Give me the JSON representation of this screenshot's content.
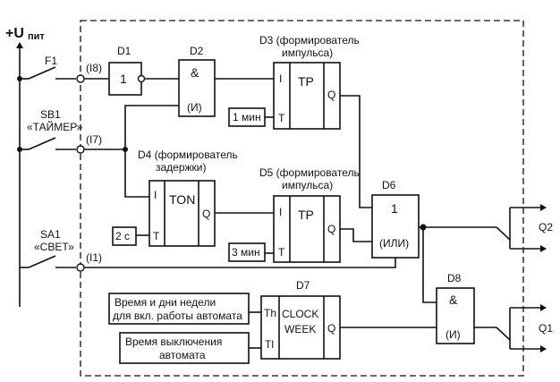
{
  "supply": {
    "label": "+U",
    "sub": "пит"
  },
  "inputs": {
    "f1": {
      "name": "F1",
      "pin": "(I8)"
    },
    "sb1": {
      "name": "SB1",
      "desc": "«ТАЙМЕР»",
      "pin": "(I7)"
    },
    "sa1": {
      "name": "SA1",
      "desc": "«СВЕТ»",
      "pin": "(I1)"
    }
  },
  "blocks": {
    "d1": {
      "name": "D1",
      "symbol": "1"
    },
    "d2": {
      "name": "D2",
      "symbol": "&",
      "function": "(И)"
    },
    "d3": {
      "name_line1": "D3 (формирователь",
      "name_line2": "импульса)",
      "type": "TP",
      "in": "I",
      "t": "T",
      "out": "Q",
      "time": "1 мин"
    },
    "d4": {
      "name_line1": "D4 (формирователь",
      "name_line2": "задержки)",
      "type": "TON",
      "in": "I",
      "t": "T",
      "out": "Q",
      "time": "2 с"
    },
    "d5": {
      "name_line1": "D5 (формирователь",
      "name_line2": "импульса)",
      "type": "TP",
      "in": "I",
      "t": "T",
      "out": "Q",
      "time": "3 мин"
    },
    "d6": {
      "name": "D6",
      "symbol": "1",
      "function": "(ИЛИ)"
    },
    "d7": {
      "name": "D7",
      "type_line1": "CLOCK",
      "type_line2": "WEEK",
      "in1": "Th",
      "in2": "Tl",
      "out": "Q",
      "on_label_line1": "Время и дни недели",
      "on_label_line2": "для вкл. работы автомата",
      "off_label_line1": "Время выключения",
      "off_label_line2": "автомата"
    },
    "d8": {
      "name": "D8",
      "symbol": "&",
      "function": "(И)"
    }
  },
  "outputs": {
    "q2": "Q2",
    "q1": "Q1"
  }
}
